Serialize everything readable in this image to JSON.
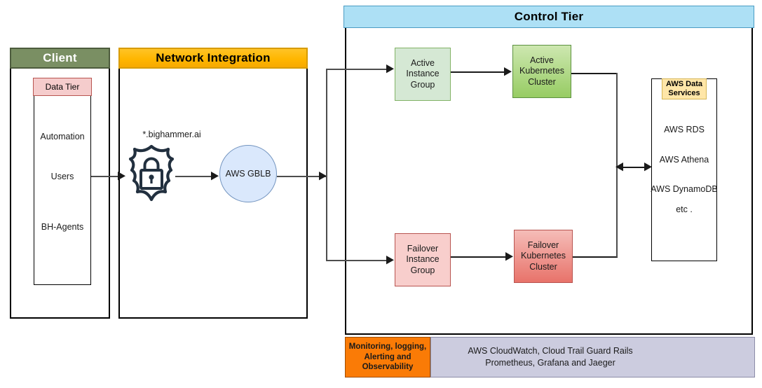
{
  "client": {
    "header": "Client",
    "badge": "Data Tier",
    "entries": [
      "Automation",
      "Users",
      "BH-Agents"
    ]
  },
  "network": {
    "header": "Network Integration",
    "domain_label": "*.bighammer.ai",
    "shield_icon": "shield-lock-icon",
    "load_balancer": "AWS GBLB"
  },
  "control_tier": {
    "header": "Control Tier",
    "active_instance_group": [
      "Active",
      "Instance",
      "Group"
    ],
    "active_kubernetes_cluster": [
      "Active",
      "Kubernetes",
      "Cluster"
    ],
    "failover_instance_group": [
      "Failover",
      "Instance",
      "Group"
    ],
    "failover_kubernetes_cluster": [
      "Failover",
      "Kubernetes",
      "Cluster"
    ]
  },
  "aws_data_services": {
    "badge": [
      "AWS Data",
      "Services"
    ],
    "entries": [
      "AWS RDS",
      "AWS Athena",
      "AWS DynamoDB",
      "etc ."
    ]
  },
  "monitoring": {
    "label": [
      "Monitoring, logging,",
      "Alerting and",
      "Observability"
    ],
    "tools": [
      "AWS CloudWatch, Cloud Trail Guard Rails",
      "Prometheus, Grafana and Jaeger"
    ]
  },
  "colors": {
    "client_header": "#7a8f63",
    "network_header": "#ffb600",
    "control_header": "#ade0f5",
    "data_tier_badge": "#f5cccc",
    "active_green": "#d5e8d4",
    "active_k8s_green": "#97cc63",
    "failover_pink": "#f8cecc",
    "failover_red": "#e8736a",
    "gblb_blue": "#dae8fc",
    "aws_badge_amber": "#ffe6a8",
    "monitoring_orange": "#fa7b06",
    "monitoring_lavender": "#ccccdf"
  }
}
